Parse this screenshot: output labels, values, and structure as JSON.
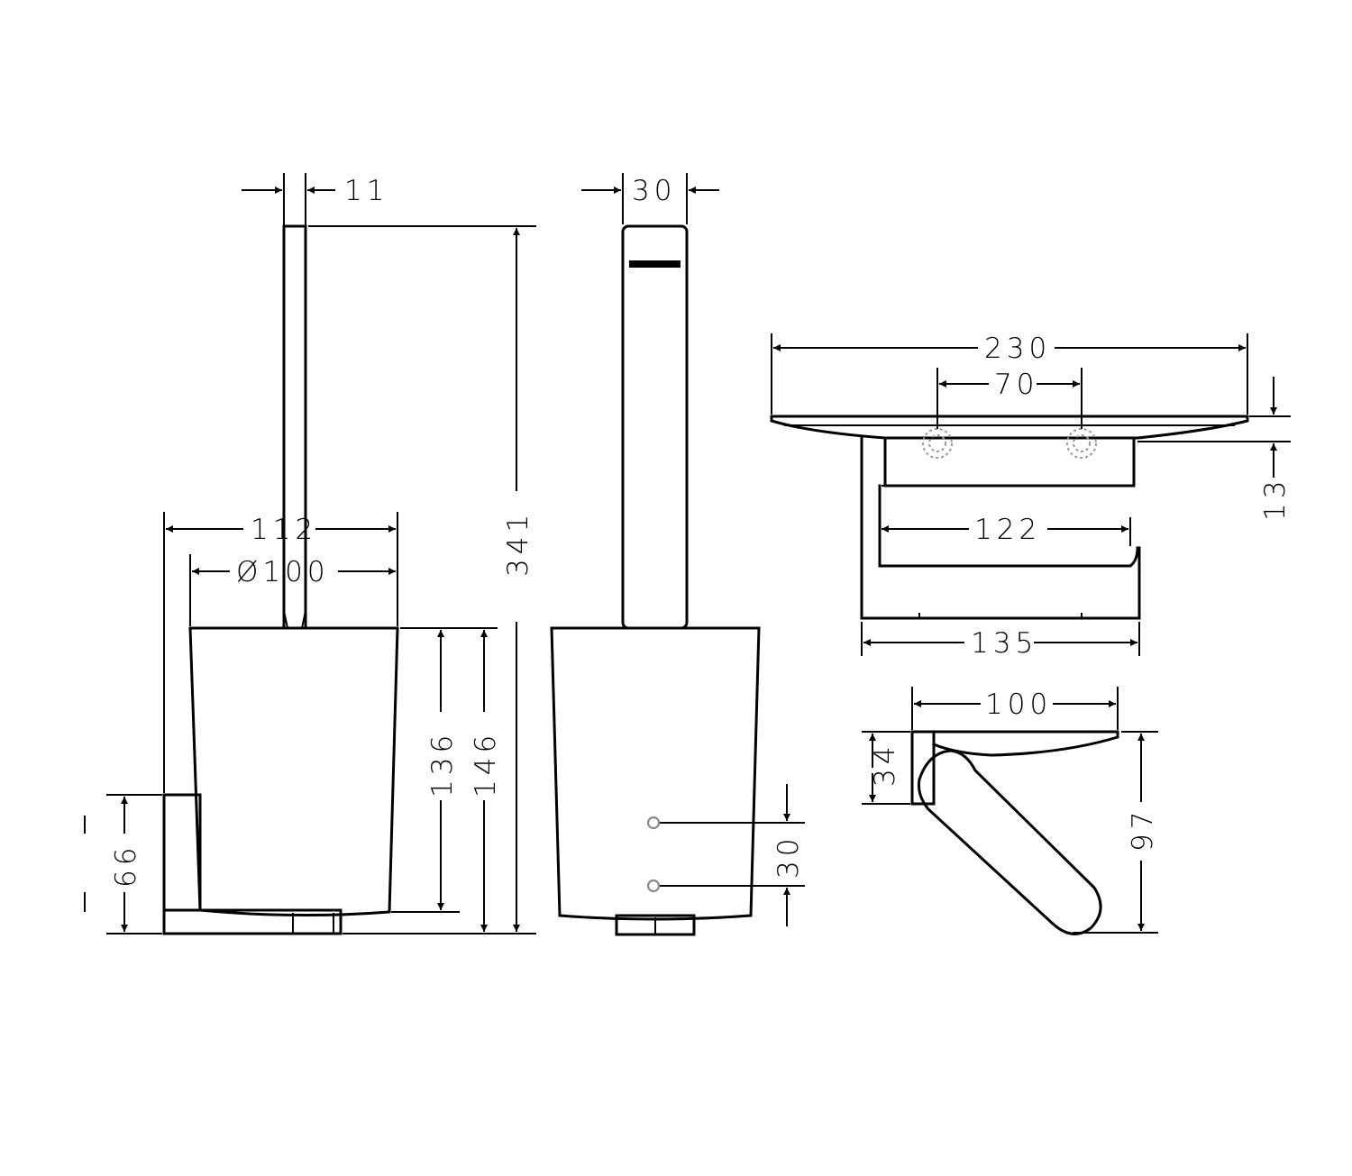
{
  "dimensions": {
    "brush_handle_width": "11",
    "holder_width": "30",
    "overall_height": "341",
    "outer_width": "112",
    "container_diameter": "Ø100",
    "container_height": "136",
    "holder_height": "146",
    "bracket_height": "66",
    "mount_hole_spacing": "30",
    "shelf_width": "230",
    "shelf_hole_spacing": "70",
    "shelf_thickness": "13",
    "roll_holder_inner": "122",
    "roll_holder_width": "135",
    "side_depth": "100",
    "side_shelf_height": "34",
    "side_height": "97"
  },
  "colors": {
    "line": "#000000",
    "mount_point": "#8a8a8a",
    "background": "#ffffff"
  }
}
